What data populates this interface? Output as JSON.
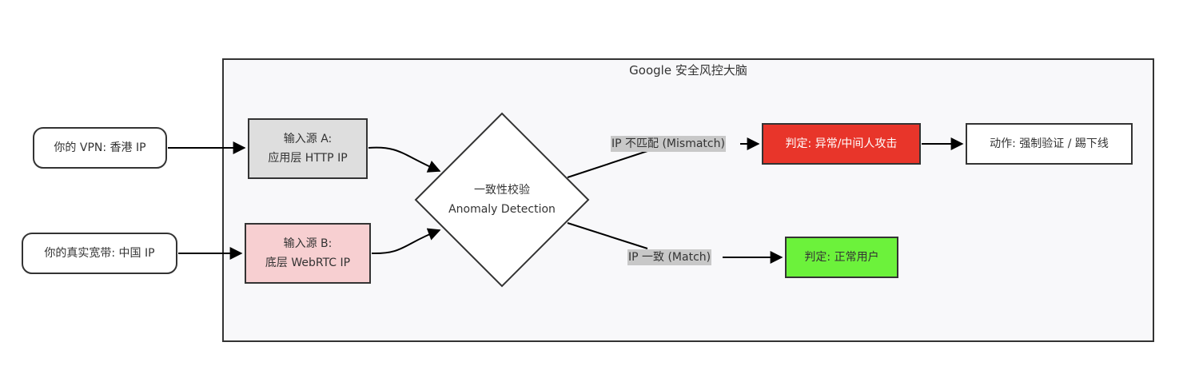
{
  "cluster": {
    "title": "Google 安全风控大脑"
  },
  "nodes": {
    "vpn": "你的 VPN: 香港 IP",
    "real": "你的真实宽带: 中国 IP",
    "source_a": {
      "line1": "输入源 A:",
      "line2": "应用层 HTTP IP"
    },
    "source_b": {
      "line1": "输入源 B:",
      "line2": "底层 WebRTC IP"
    },
    "check": {
      "line1": "一致性校验",
      "line2": "Anomaly Detection"
    },
    "abnormal": "判定: 异常/中间人攻击",
    "action": "动作: 强制验证 / 踢下线",
    "normal": "判定: 正常用户"
  },
  "edges": {
    "mismatch": "IP 不匹配 (Mismatch)",
    "match": "IP 一致 (Match)"
  },
  "colors": {
    "source_a_fill": "#dedede",
    "source_b_fill": "#f7cfd1",
    "abnormal_fill": "#e8352a",
    "normal_fill": "#6cf23b",
    "stroke": "#333333"
  }
}
